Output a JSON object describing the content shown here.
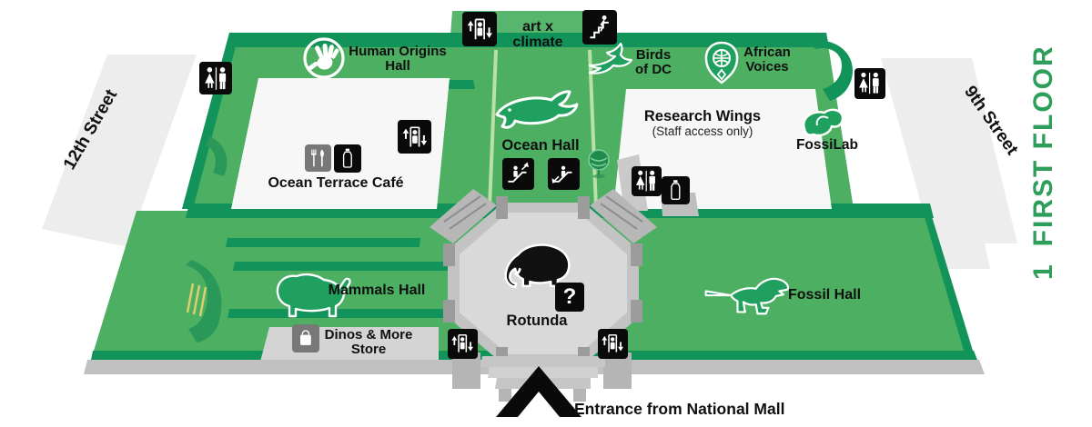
{
  "floor": {
    "number": "1",
    "name": "FIRST FLOOR"
  },
  "streets": {
    "left": "12th Street",
    "right": "9th Street"
  },
  "entrance": {
    "label": "Entrance from National Mall"
  },
  "halls": {
    "art_x_climate": {
      "label": "art x climate"
    },
    "human_origins": {
      "line1": "Human Origins",
      "line2": "Hall"
    },
    "birds_of_dc": {
      "line1": "Birds",
      "line2": "of DC"
    },
    "african_voices": {
      "line1": "African",
      "line2": "Voices"
    },
    "ocean_hall": {
      "label": "Ocean Hall"
    },
    "research_wings": {
      "label": "Research Wings",
      "note": "(Staff access only)"
    },
    "fossilab": {
      "label": "FossiLab"
    },
    "ocean_terrace_cafe": {
      "label": "Ocean Terrace Café"
    },
    "mammals_hall": {
      "label": "Mammals Hall"
    },
    "rotunda": {
      "label": "Rotunda"
    },
    "fossil_hall": {
      "label": "Fossil Hall"
    },
    "dinos_store": {
      "line1": "Dinos & More",
      "line2": "Store"
    }
  },
  "info_badge": {
    "question_mark": "?"
  },
  "icons": {
    "elevator": "elevator-icon",
    "stairs": "stairs-icon",
    "escalator_up": "escalator-up-icon",
    "escalator_down": "escalator-down-icon",
    "restroom": "restroom-icon",
    "food": "fork-knife-icon",
    "water_bottle": "water-bottle-icon",
    "information": "question-mark-icon",
    "store": "shopping-bag-icon",
    "human_origins": "hand-icon",
    "birds_of_dc": "bird-icon",
    "african_voices": "mask-icon",
    "ocean_hall": "whale-icon",
    "fossilab": "fossil-icon",
    "mammals_hall": "lion-icon",
    "fossil_hall": "trex-icon",
    "rotunda": "elephant-icon",
    "entrance": "entrance-arrow-icon",
    "globe_sculpture": "globe-icon"
  },
  "colors": {
    "floor_green": "#4caf62",
    "wall_green": "#12935A",
    "tab_green": "#58b56e",
    "icon_green": "#1fa05e",
    "title_green": "#2E9E5B",
    "street_gray": "#ededed",
    "hall_white": "#f7f7f7",
    "rotunda_gray": "#c3c3c3",
    "pillar_gray": "#9c9c9c",
    "badge_black": "#0a0a0a",
    "badge_gray": "#787878",
    "hatch_yellow": "#d8cf6e"
  }
}
